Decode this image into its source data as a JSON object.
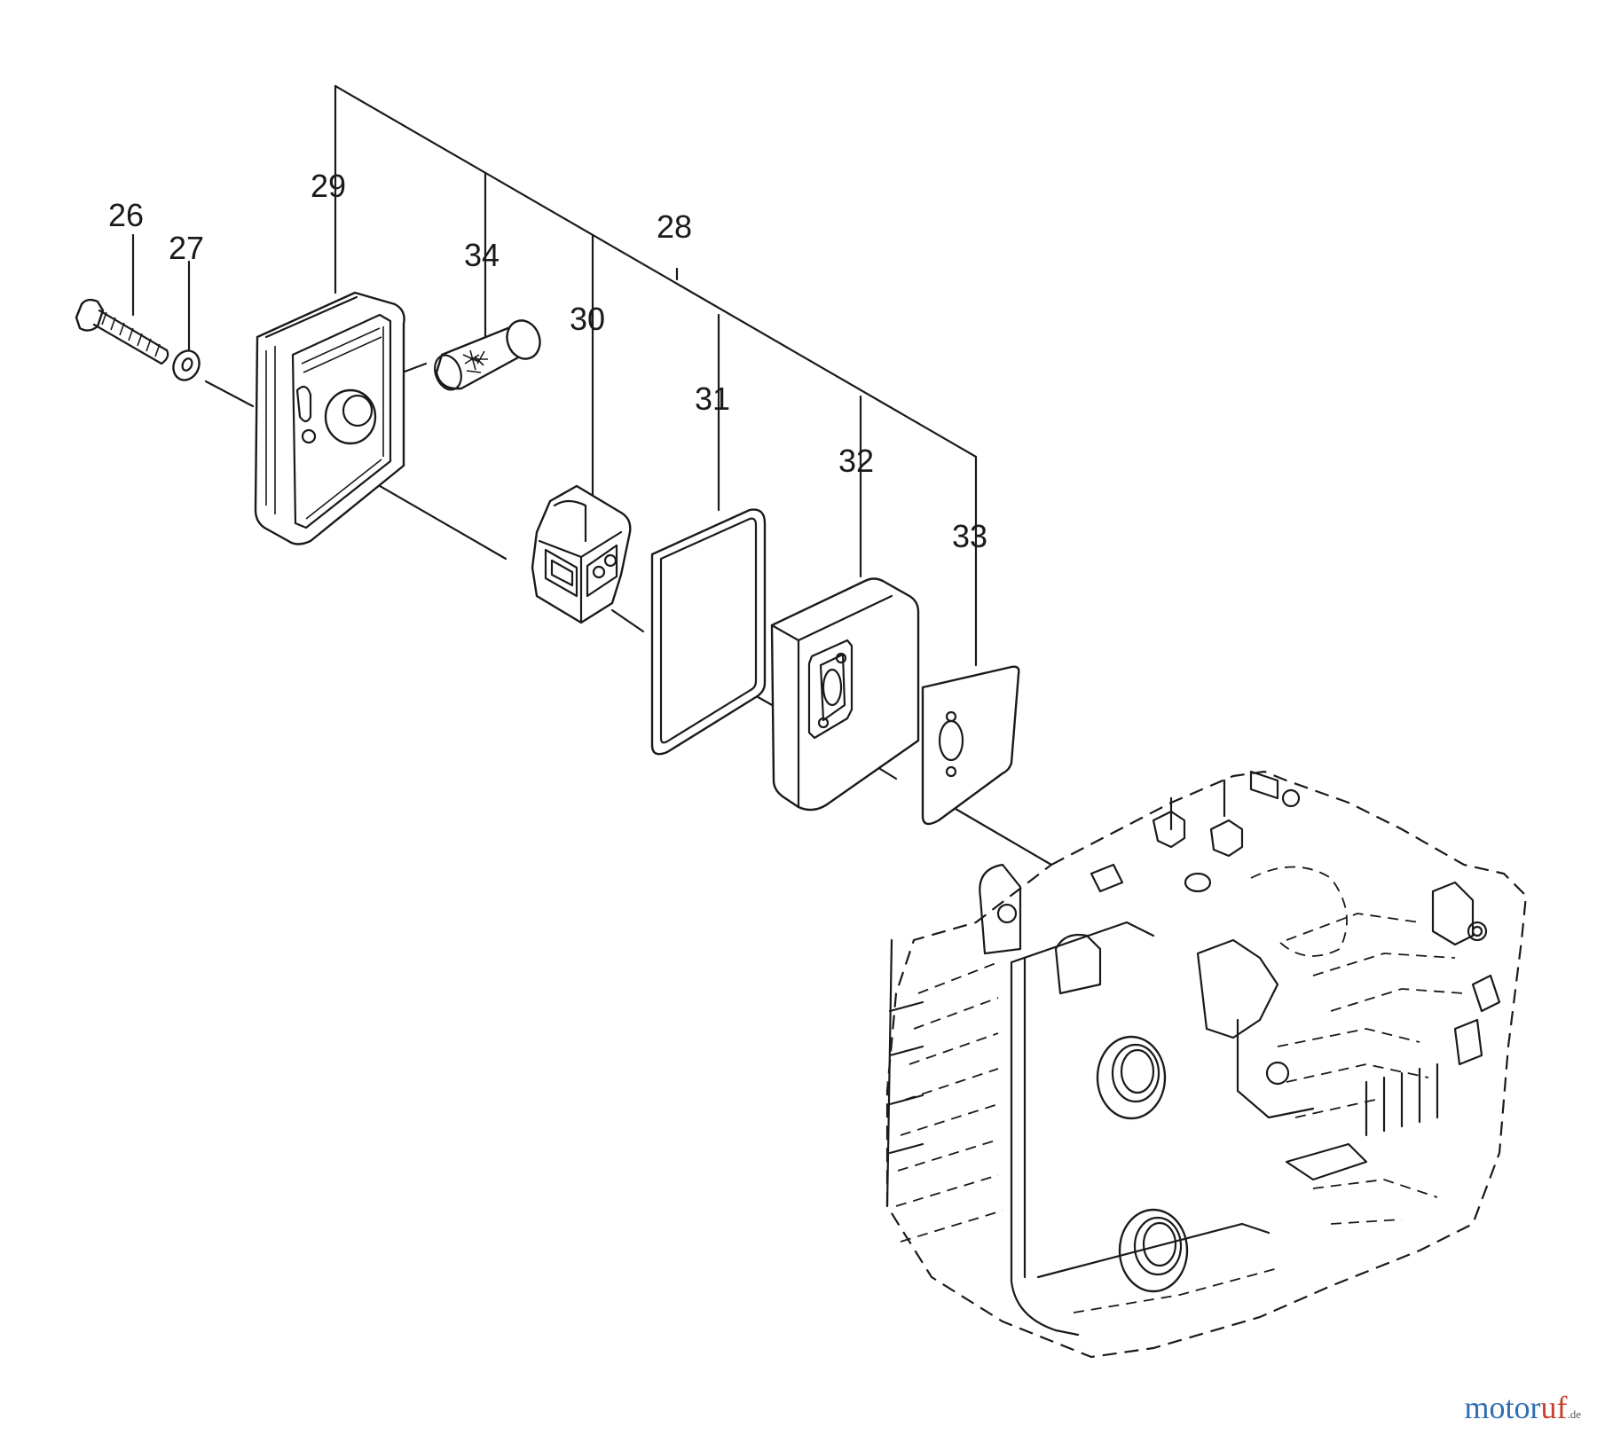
{
  "parts": [
    {
      "id": "label-26",
      "number": "26"
    },
    {
      "id": "label-27",
      "number": "27"
    },
    {
      "id": "label-28",
      "number": "28"
    },
    {
      "id": "label-29",
      "number": "29"
    },
    {
      "id": "label-30",
      "number": "30"
    },
    {
      "id": "label-31",
      "number": "31"
    },
    {
      "id": "label-32",
      "number": "32"
    },
    {
      "id": "label-33",
      "number": "33"
    },
    {
      "id": "label-34",
      "number": "34"
    }
  ],
  "watermark": {
    "brand_a": "motor",
    "brand_b": "uf",
    "tld": ".de"
  },
  "colors": {
    "line": "#1a1a1a",
    "watermark_blue": "#2f6fb0",
    "watermark_red": "#c8402e"
  }
}
